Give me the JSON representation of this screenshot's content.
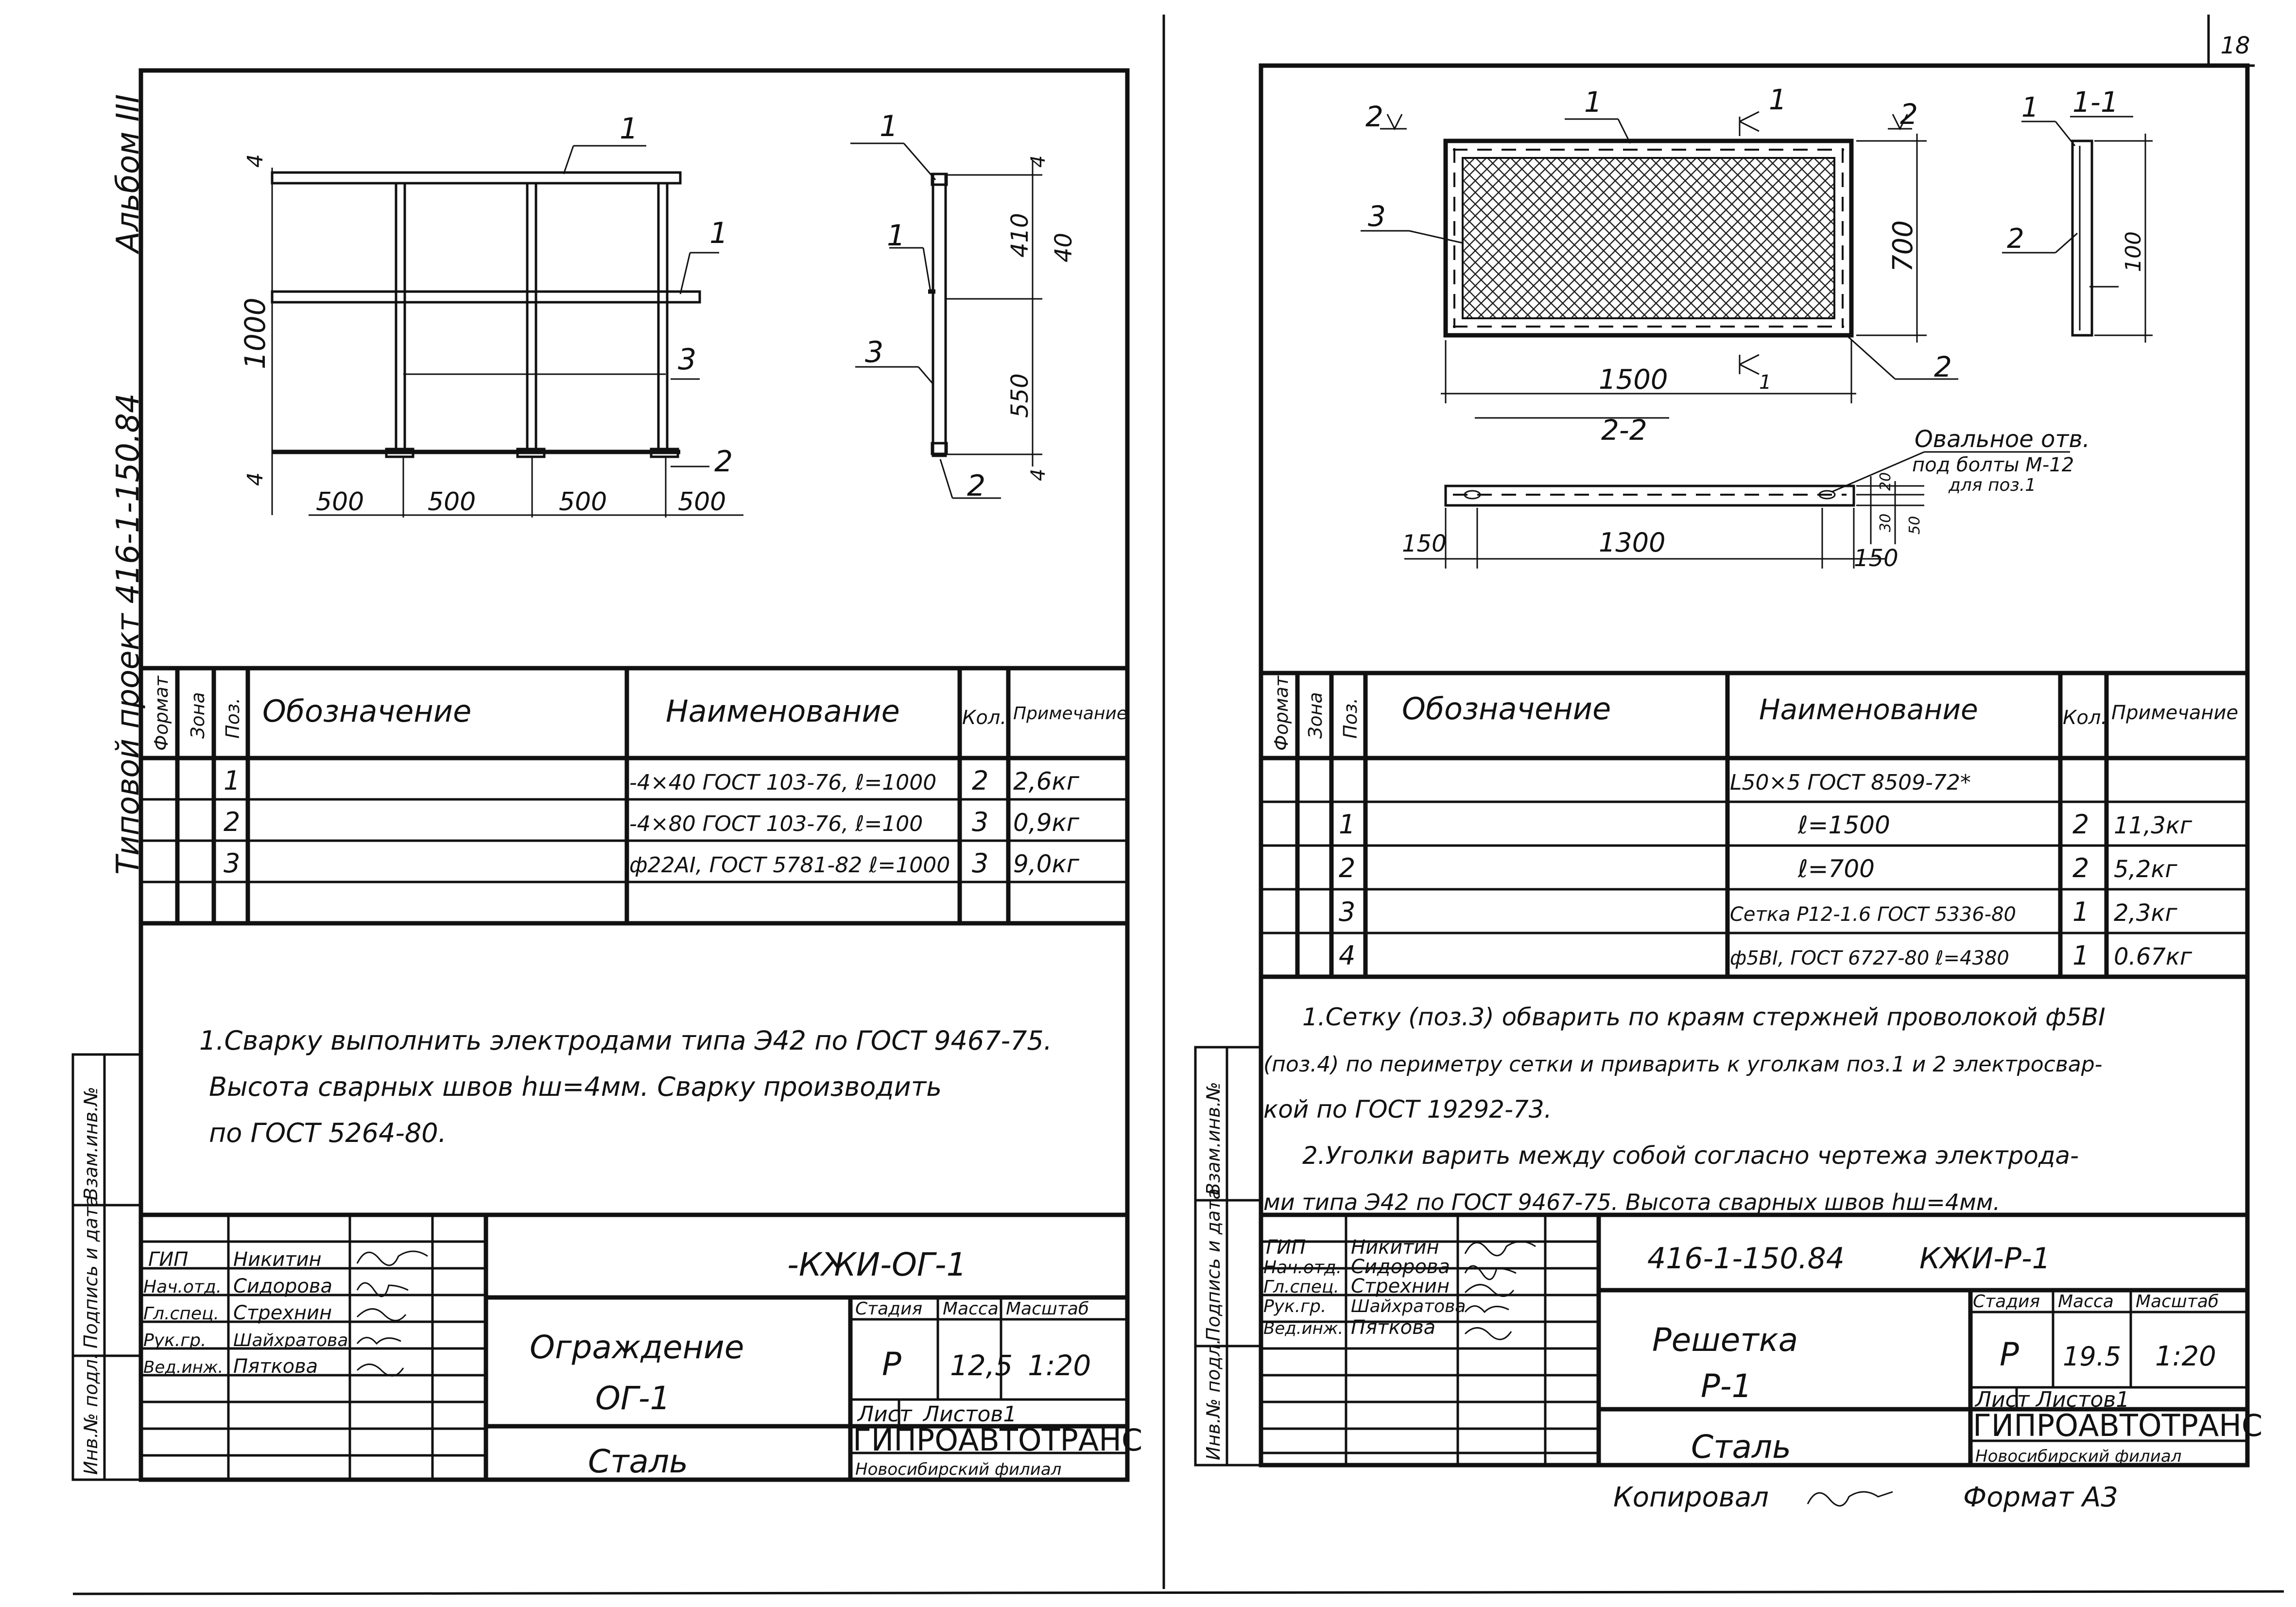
{
  "page_number": "18",
  "album_vertical": "Альбом III",
  "project_vertical": "Типовой проект 416-1-150.84",
  "side_stamp_labels": [
    "Взам.инв.№",
    "Подпись и дата",
    "Инв.№ подл."
  ],
  "side_stamp_labels_right": [
    "Взам.инв.№",
    "Подпись и дата",
    "Инв.№ подл."
  ],
  "left": {
    "drawing": {
      "pos_labels": [
        "1",
        "1",
        "3",
        "2"
      ],
      "side_pos_labels": [
        "1",
        "1",
        "3",
        "2"
      ],
      "dims": {
        "height": "1000",
        "gap": "4",
        "spans": [
          "500",
          "500",
          "500",
          "500"
        ],
        "side_top": "410",
        "side_bar": "40",
        "side_bottom": "550"
      }
    },
    "spec": {
      "headers": [
        "Формат",
        "Зона",
        "Поз.",
        "Обозначение",
        "Наименование",
        "Кол.",
        "Примечание"
      ],
      "rows": [
        {
          "pos": "1",
          "name": "-4×40 ГОСТ 103-76, ℓ=1000",
          "qty": "2",
          "note": "2,6кг"
        },
        {
          "pos": "2",
          "name": "-4×80 ГОСТ 103-76, ℓ=100",
          "qty": "3",
          "note": "0,9кг"
        },
        {
          "pos": "3",
          "name": "ф22АI, ГОСТ 5781-82 ℓ=1000",
          "qty": "3",
          "note": "9,0кг"
        }
      ]
    },
    "notes": [
      "1.Сварку выполнить электродами типа Э42 по ГОСТ 9467-75.",
      "Высота сварных швов  hш=4мм. Сварку производить",
      "по ГОСТ 5264-80."
    ],
    "title_block": {
      "code": "-КЖИ-ОГ-1",
      "roles": [
        "ГИП",
        "Нач.отд.",
        "Гл.спец.",
        "Рук.гр.",
        "Вед.инж."
      ],
      "names": [
        "Никитин",
        "Сидорова",
        "Стрехнин",
        "Шайхратова",
        "Пяткова"
      ],
      "title": [
        "Ограждение",
        "ОГ-1"
      ],
      "material": "Сталь",
      "stage_label": "Стадия",
      "mass_label": "Масса",
      "scale_label": "Масштаб",
      "stage": "Р",
      "mass": "12,5",
      "scale": "1:20",
      "sheet_label": "Лист",
      "sheets_label": "Листов1",
      "org": "ГИПРОАВТОТРАНС",
      "branch": "Новосибирский филиал"
    }
  },
  "right": {
    "drawing": {
      "pos_labels": [
        "1",
        "3",
        "2",
        "1",
        "2"
      ],
      "section_labels": [
        "2",
        "1",
        "2",
        "1-1",
        "2-2"
      ],
      "dims": {
        "length": "1500",
        "height": "700",
        "section_height": "100",
        "end_left": "150",
        "middle": "1300",
        "end_right": "150",
        "hole_offsets": [
          "20",
          "30",
          "50"
        ]
      },
      "hole_note": [
        "Овальное отв.",
        "под болты М-12",
        "для поз.1"
      ]
    },
    "spec": {
      "headers": [
        "Формат",
        "Зона",
        "Поз.",
        "Обозначение",
        "Наименование",
        "Кол.",
        "Примечание"
      ],
      "rows": [
        {
          "pos": "",
          "name": "L50×5 ГОСТ 8509-72*",
          "qty": "",
          "note": ""
        },
        {
          "pos": "1",
          "name": "ℓ=1500",
          "qty": "2",
          "note": "11,3кг"
        },
        {
          "pos": "2",
          "name": "ℓ=700",
          "qty": "2",
          "note": "5,2кг"
        },
        {
          "pos": "3",
          "name": "Сетка Р12-1.6 ГОСТ 5336-80",
          "qty": "1",
          "note": "2,3кг"
        },
        {
          "pos": "4",
          "name": "ф5ВI, ГОСТ 6727-80 ℓ=4380",
          "qty": "1",
          "note": "0.67кг"
        }
      ]
    },
    "notes": [
      "1.Сетку (поз.3) обварить по краям стержней проволокой ф5ВI",
      "(поз.4) по периметру сетки и приварить к уголкам поз.1 и 2 электросвар-",
      "кой по ГОСТ 19292-73.",
      "2.Уголки варить между собой согласно чертежа электрода-",
      "ми типа Э42 по ГОСТ 9467-75. Высота сварных швов hш=4мм."
    ],
    "title_block": {
      "code_left": "416-1-150.84",
      "code_right": "КЖИ-Р-1",
      "roles": [
        "ГИП",
        "Нач.отд.",
        "Гл.спец.",
        "Рук.гр.",
        "Вед.инж."
      ],
      "names": [
        "Никитин",
        "Сидорова",
        "Стрехнин",
        "Шайхратова",
        "Пяткова"
      ],
      "title": [
        "Решетка",
        "Р-1"
      ],
      "material": "Сталь",
      "stage_label": "Стадия",
      "mass_label": "Масса",
      "scale_label": "Масштаб",
      "stage": "Р",
      "mass": "19.5",
      "scale": "1:20",
      "sheet_label": "Лист",
      "sheets_label": "Листов1",
      "org": "ГИПРОАВТОТРАНС",
      "branch": "Новосибирский филиал"
    }
  },
  "footer": {
    "copied": "Копировал",
    "format": "Формат А3"
  }
}
